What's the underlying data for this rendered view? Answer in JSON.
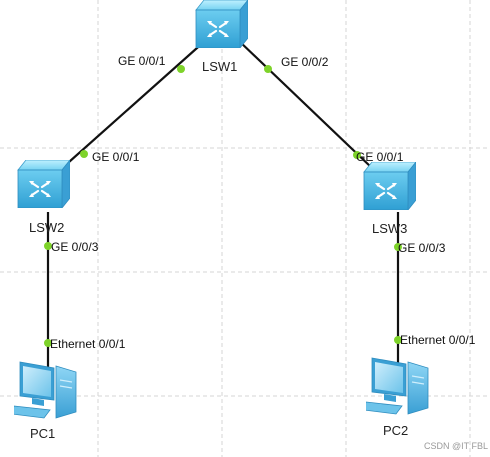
{
  "devices": {
    "lsw1": {
      "label": "LSW1",
      "icon": "switch-icon"
    },
    "lsw2": {
      "label": "LSW2",
      "icon": "switch-icon"
    },
    "lsw3": {
      "label": "LSW3",
      "icon": "switch-icon"
    },
    "pc1": {
      "label": "PC1",
      "icon": "pc-icon"
    },
    "pc2": {
      "label": "PC2",
      "icon": "pc-icon"
    }
  },
  "ports": {
    "lsw1_ge001": "GE 0/0/1",
    "lsw1_ge002": "GE 0/0/2",
    "lsw2_ge001": "GE 0/0/1",
    "lsw2_ge003": "GE 0/0/3",
    "lsw3_ge001": "GE 0/0/1",
    "lsw3_ge003": "GE 0/0/3",
    "pc1_eth": "Ethernet 0/0/1",
    "pc2_eth": "Ethernet 0/0/1"
  },
  "links": [
    {
      "from": "LSW1",
      "from_port": "GE 0/0/1",
      "to": "LSW2",
      "to_port": "GE 0/0/1"
    },
    {
      "from": "LSW1",
      "from_port": "GE 0/0/2",
      "to": "LSW3",
      "to_port": "GE 0/0/1"
    },
    {
      "from": "LSW2",
      "from_port": "GE 0/0/3",
      "to": "PC1",
      "to_port": "Ethernet 0/0/1"
    },
    {
      "from": "LSW3",
      "from_port": "GE 0/0/3",
      "to": "PC2",
      "to_port": "Ethernet 0/0/1"
    }
  ],
  "colors": {
    "port_dot": "#7ed32a",
    "link": "#111111",
    "switch_body": "#5cc4ea",
    "pc_body": "#58b6e6"
  },
  "watermark": "CSDN @IT FBL"
}
